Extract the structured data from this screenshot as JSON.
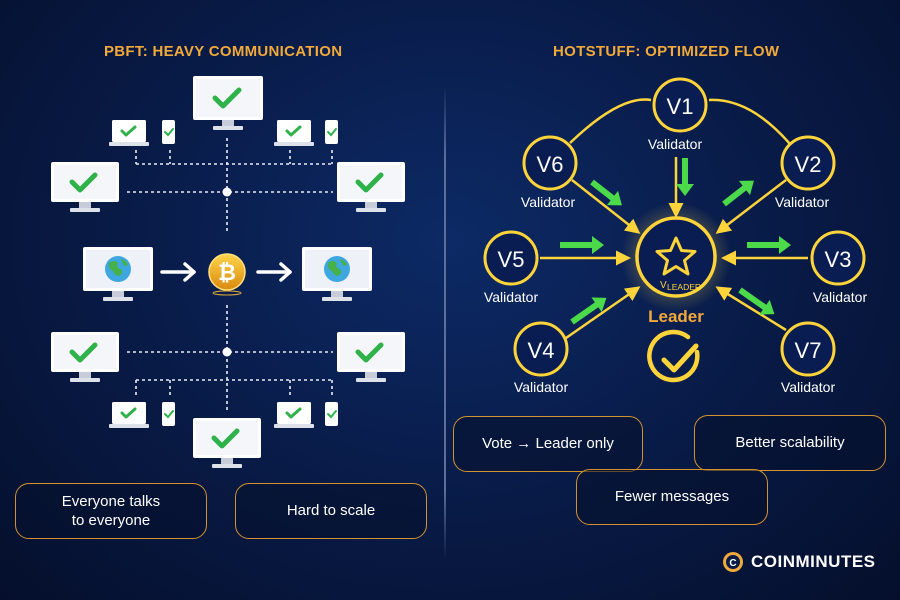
{
  "left": {
    "title": "PBFT: HEAVY COMMUNICATION",
    "pill1_line1": "Everyone talks",
    "pill1_line2": "to everyone",
    "pill2": "Hard to scale"
  },
  "right": {
    "title": "HOTSTUFF: OPTIMIZED FLOW",
    "leader_sub": "LEADER",
    "leader_label": "Leader",
    "validators": [
      {
        "id": "V1",
        "label": "Validator"
      },
      {
        "id": "V2",
        "label": "Validator"
      },
      {
        "id": "V3",
        "label": "Validator"
      },
      {
        "id": "V4",
        "label": "Validator"
      },
      {
        "id": "V5",
        "label": "Validator"
      },
      {
        "id": "V6",
        "label": "Validator"
      },
      {
        "id": "V7",
        "label": "Validator"
      }
    ],
    "pills": {
      "vote": "Vote → Leader only",
      "scalability": "Better scalability",
      "fewer": "Fewer messages"
    }
  },
  "brand": {
    "logo_letter": "C",
    "name": "COINMINUTES"
  },
  "colors": {
    "accent_gold": "#f2a93b",
    "node_yellow": "#ffd43a",
    "check_green": "#2fb24a",
    "arrow_green": "#4cd94a",
    "background": "#081a45"
  }
}
